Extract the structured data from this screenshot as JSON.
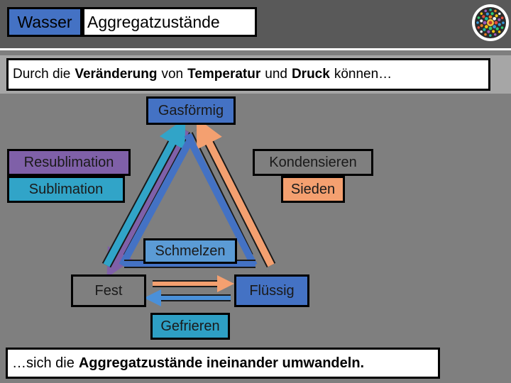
{
  "header": {
    "title_word": "Wasser",
    "title_rest": "Aggregatzustände"
  },
  "intro": [
    {
      "text": "Durch die",
      "bold": false
    },
    {
      "text": "Veränderung",
      "bold": true
    },
    {
      "text": "von",
      "bold": false
    },
    {
      "text": "Temperatur",
      "bold": true
    },
    {
      "text": "und",
      "bold": false
    },
    {
      "text": "Druck",
      "bold": true
    },
    {
      "text": "können…",
      "bold": false
    }
  ],
  "outro": [
    {
      "text": "…sich die",
      "bold": false
    },
    {
      "text": "Aggregatzustände ineinander umwandeln.",
      "bold": true
    }
  ],
  "diagram": {
    "gas": "Gasförmig",
    "resublimation": "Resublimation",
    "sublimation": "Sublimation",
    "kondensieren": "Kondensieren",
    "sieden": "Sieden",
    "schmelzen": "Schmelzen",
    "fest": "Fest",
    "fluessig": "Flüssig",
    "gefrieren": "Gefrieren"
  },
  "colors": {
    "gas": "#4472c4",
    "resublimation": "#7f60a8",
    "sublimation": "#31a4c8",
    "kondensieren": "#7f7f7f",
    "sieden": "#f4a070",
    "schmelzen": "#f4a070",
    "gefrieren": "#4a90d9"
  }
}
